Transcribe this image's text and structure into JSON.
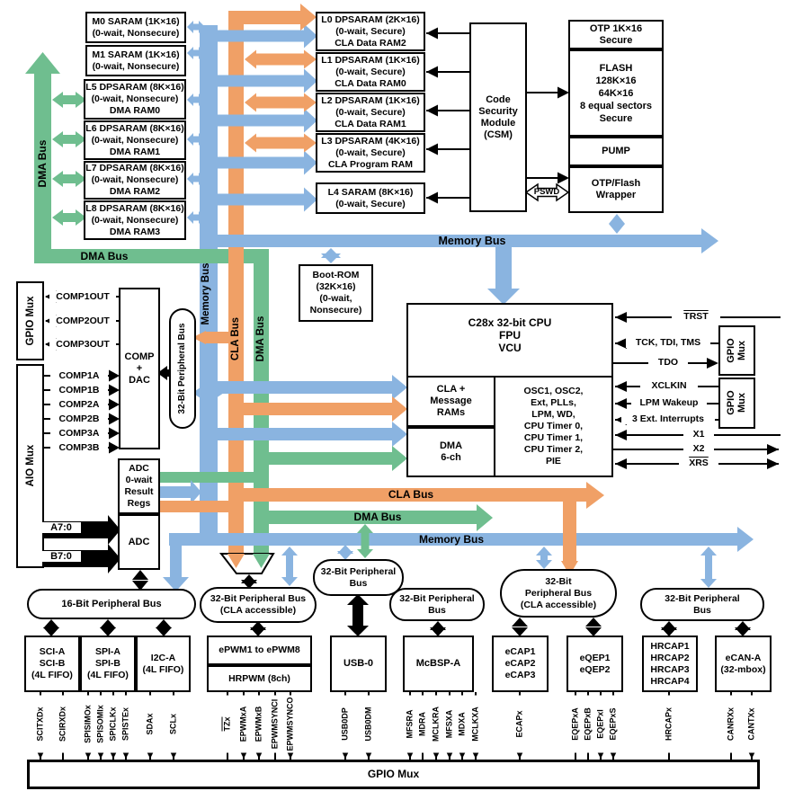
{
  "diagram": {
    "memory_left": {
      "m0": "M0 SARAM (1K×16)\n(0-wait, Nonsecure)",
      "m1": "M1 SARAM (1K×16)\n(0-wait, Nonsecure)",
      "l5": "L5 DPSARAM (8K×16)\n(0-wait, Nonsecure)\nDMA RAM0",
      "l6": "L6 DPSARAM (8K×16)\n(0-wait, Nonsecure)\nDMA RAM1",
      "l7": "L7 DPSARAM (8K×16)\n(0-wait, Nonsecure)\nDMA RAM2",
      "l8": "L8 DPSARAM (8K×16)\n(0-wait, Nonsecure)\nDMA RAM3"
    },
    "memory_center": {
      "l0": "L0 DPSARAM (2K×16)\n(0-wait, Secure)\nCLA Data RAM2",
      "l1": "L1 DPSARAM (1K×16)\n(0-wait, Secure)\nCLA Data RAM0",
      "l2": "L2 DPSARAM (1K×16)\n(0-wait, Secure)\nCLA Data RAM1",
      "l3": "L3 DPSARAM (4K×16)\n(0-wait, Secure)\nCLA Program RAM",
      "l4": "L4 SARAM (8K×16)\n(0-wait, Secure)",
      "bootrom": "Boot-ROM\n(32K×16)\n(0-wait,\nNonsecure)"
    },
    "csm": "Code\nSecurity\nModule\n(CSM)",
    "flash_col": {
      "otp": "OTP 1K×16\nSecure",
      "flash": "FLASH\n128K×16\n64K×16\n8 equal sectors\nSecure",
      "pump": "PUMP",
      "wrapper": "OTP/Flash\nWrapper",
      "pswd": "PSWD"
    },
    "cpu": {
      "main": "C28x 32-bit CPU\nFPU\nVCU",
      "cla": "CLA +\nMessage\nRAMs",
      "dma": "DMA\n6-ch",
      "osc": "OSC1, OSC2,\nExt, PLLs,\nLPM, WD,\nCPU Timer 0,\nCPU Timer 1,\nCPU Timer 2,\nPIE"
    },
    "buses": {
      "memory_top": "Memory Bus",
      "dma_left_h": "DMA Bus",
      "dma_left_v": "DMA Bus",
      "memory_v": "Memory Bus",
      "cla_v": "CLA Bus",
      "dma_v": "DMA Bus",
      "cla_h": "CLA Bus",
      "dma_h": "DMA Bus",
      "memory_h": "Memory Bus",
      "pb32_comp": "32-Bit Peripheral Bus",
      "pb16": "16-Bit Peripheral Bus",
      "pb32_epwm": "32-Bit Peripheral Bus\n(CLA accessible)",
      "pb32_usb": "32-Bit Peripheral\nBus",
      "pb32_mcbsp": "32-Bit Peripheral\nBus",
      "pb32_ecap": "32-Bit\nPeripheral Bus\n(CLA accessible)",
      "pb32_hrcap": "32-Bit Peripheral\nBus"
    },
    "io_left": {
      "gpio_mux": "GPIO Mux",
      "aio_mux": "AIO Mux",
      "comp_dac": "COMP\n+\nDAC",
      "adc_result": "ADC\n0-wait\nResult\nRegs",
      "adc": "ADC",
      "a70": "A7:0",
      "b70": "B7:0",
      "comp_out": [
        "COMP1OUT",
        "COMP2OUT",
        "COMP3OUT"
      ],
      "comp_in": [
        "COMP1A",
        "COMP1B",
        "COMP2A",
        "COMP2B",
        "COMP3A",
        "COMP3B"
      ]
    },
    "right": {
      "gpio_mux1": "GPIO\nMux",
      "gpio_mux2": "GPIO\nMux",
      "signals": [
        "TRST",
        "TCK, TDI, TMS",
        "TDO",
        "XCLKIN",
        "LPM Wakeup",
        "3 Ext. Interrupts",
        "X1",
        "X2",
        "XRS"
      ]
    },
    "peripherals": {
      "sci": "SCI-A\nSCI-B\n(4L FIFO)",
      "spi": "SPI-A\nSPI-B\n(4L FIFO)",
      "i2c": "I2C-A\n(4L FIFO)",
      "epwm": "ePWM1 to ePWM8",
      "hrpwm": "HRPWM (8ch)",
      "usb": "USB-0",
      "mcbsp": "McBSP-A",
      "ecap": "eCAP1\neCAP2\neCAP3",
      "eqep": "eQEP1\neQEP2",
      "hrcap": "HRCAP1\nHRCAP2\nHRCAP3\nHRCAP4",
      "ecan": "eCAN-A\n(32-mbox)",
      "gpio_mux_bar": "GPIO Mux"
    },
    "pins": [
      "SCITXDx",
      "SCIRXDx",
      "SPISIMOx",
      "SPISOMIx",
      "SPICLKx",
      "SPISTEx",
      "SDAx",
      "SCLx",
      "TZx",
      "EPWMxA",
      "EPWMxB",
      "EPWMSYNCI",
      "EPWMSYNCO",
      "USB0DP",
      "USB0DM",
      "MFSRA",
      "MDRA",
      "MCLKRA",
      "MFSXA",
      "MDXA",
      "MCLKXA",
      "ECAPx",
      "EQEPxA",
      "EQEPxB",
      "EQEPxI",
      "EQEPxS",
      "HRCAPx",
      "CANRXx",
      "CANTXx"
    ],
    "colors": {
      "memory_bus": "#8ab4e0",
      "cla_bus": "#f0a066",
      "dma_bus": "#6fbe8f"
    }
  }
}
